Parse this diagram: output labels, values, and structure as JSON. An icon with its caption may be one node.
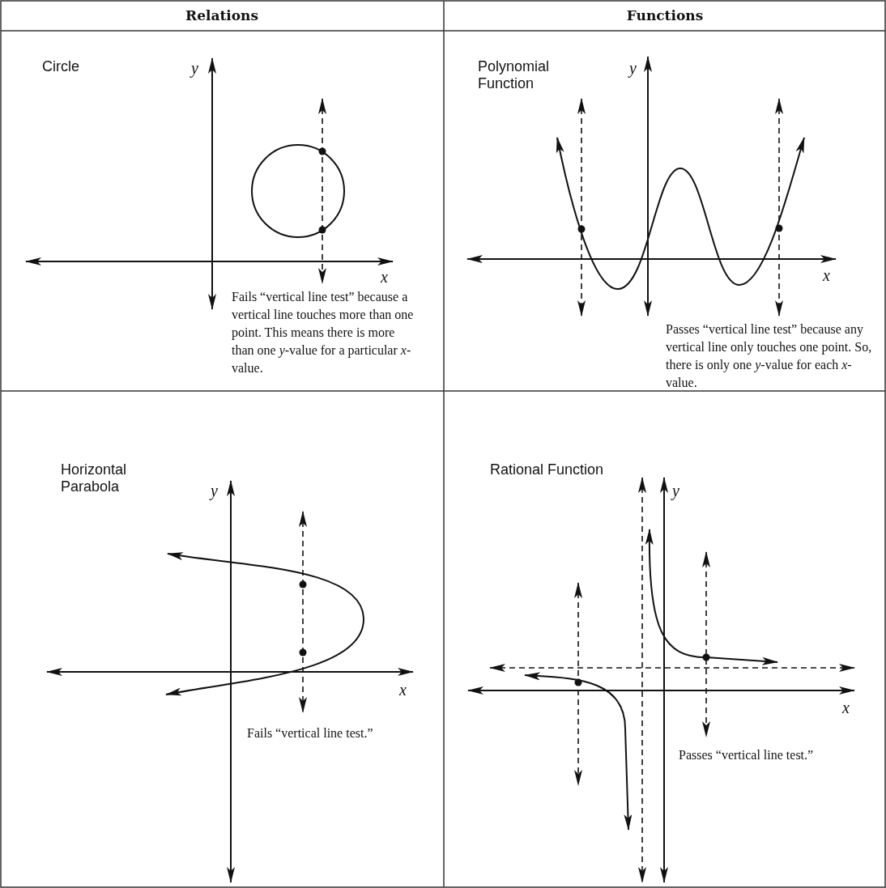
{
  "diagram": {
    "labels": [
      "Relations",
      "Functions",
      "Circle",
      "y",
      "x",
      "Fails “vertical line test” because a vertical line touches more than one point. This means there is more than one *y*-value for a particular *x*-value.",
      "Polynomial Function",
      "y",
      "x",
      "Passes “vertical line test” because any vertical line only touches one point. So, there is only one *y*-value for each *x*-value.",
      "Horizontal Parabola",
      "y",
      "x",
      "Fails “vertical line test.”",
      "Rational Function",
      "y",
      "x",
      "Passes “vertical line test.”"
    ]
  }
}
